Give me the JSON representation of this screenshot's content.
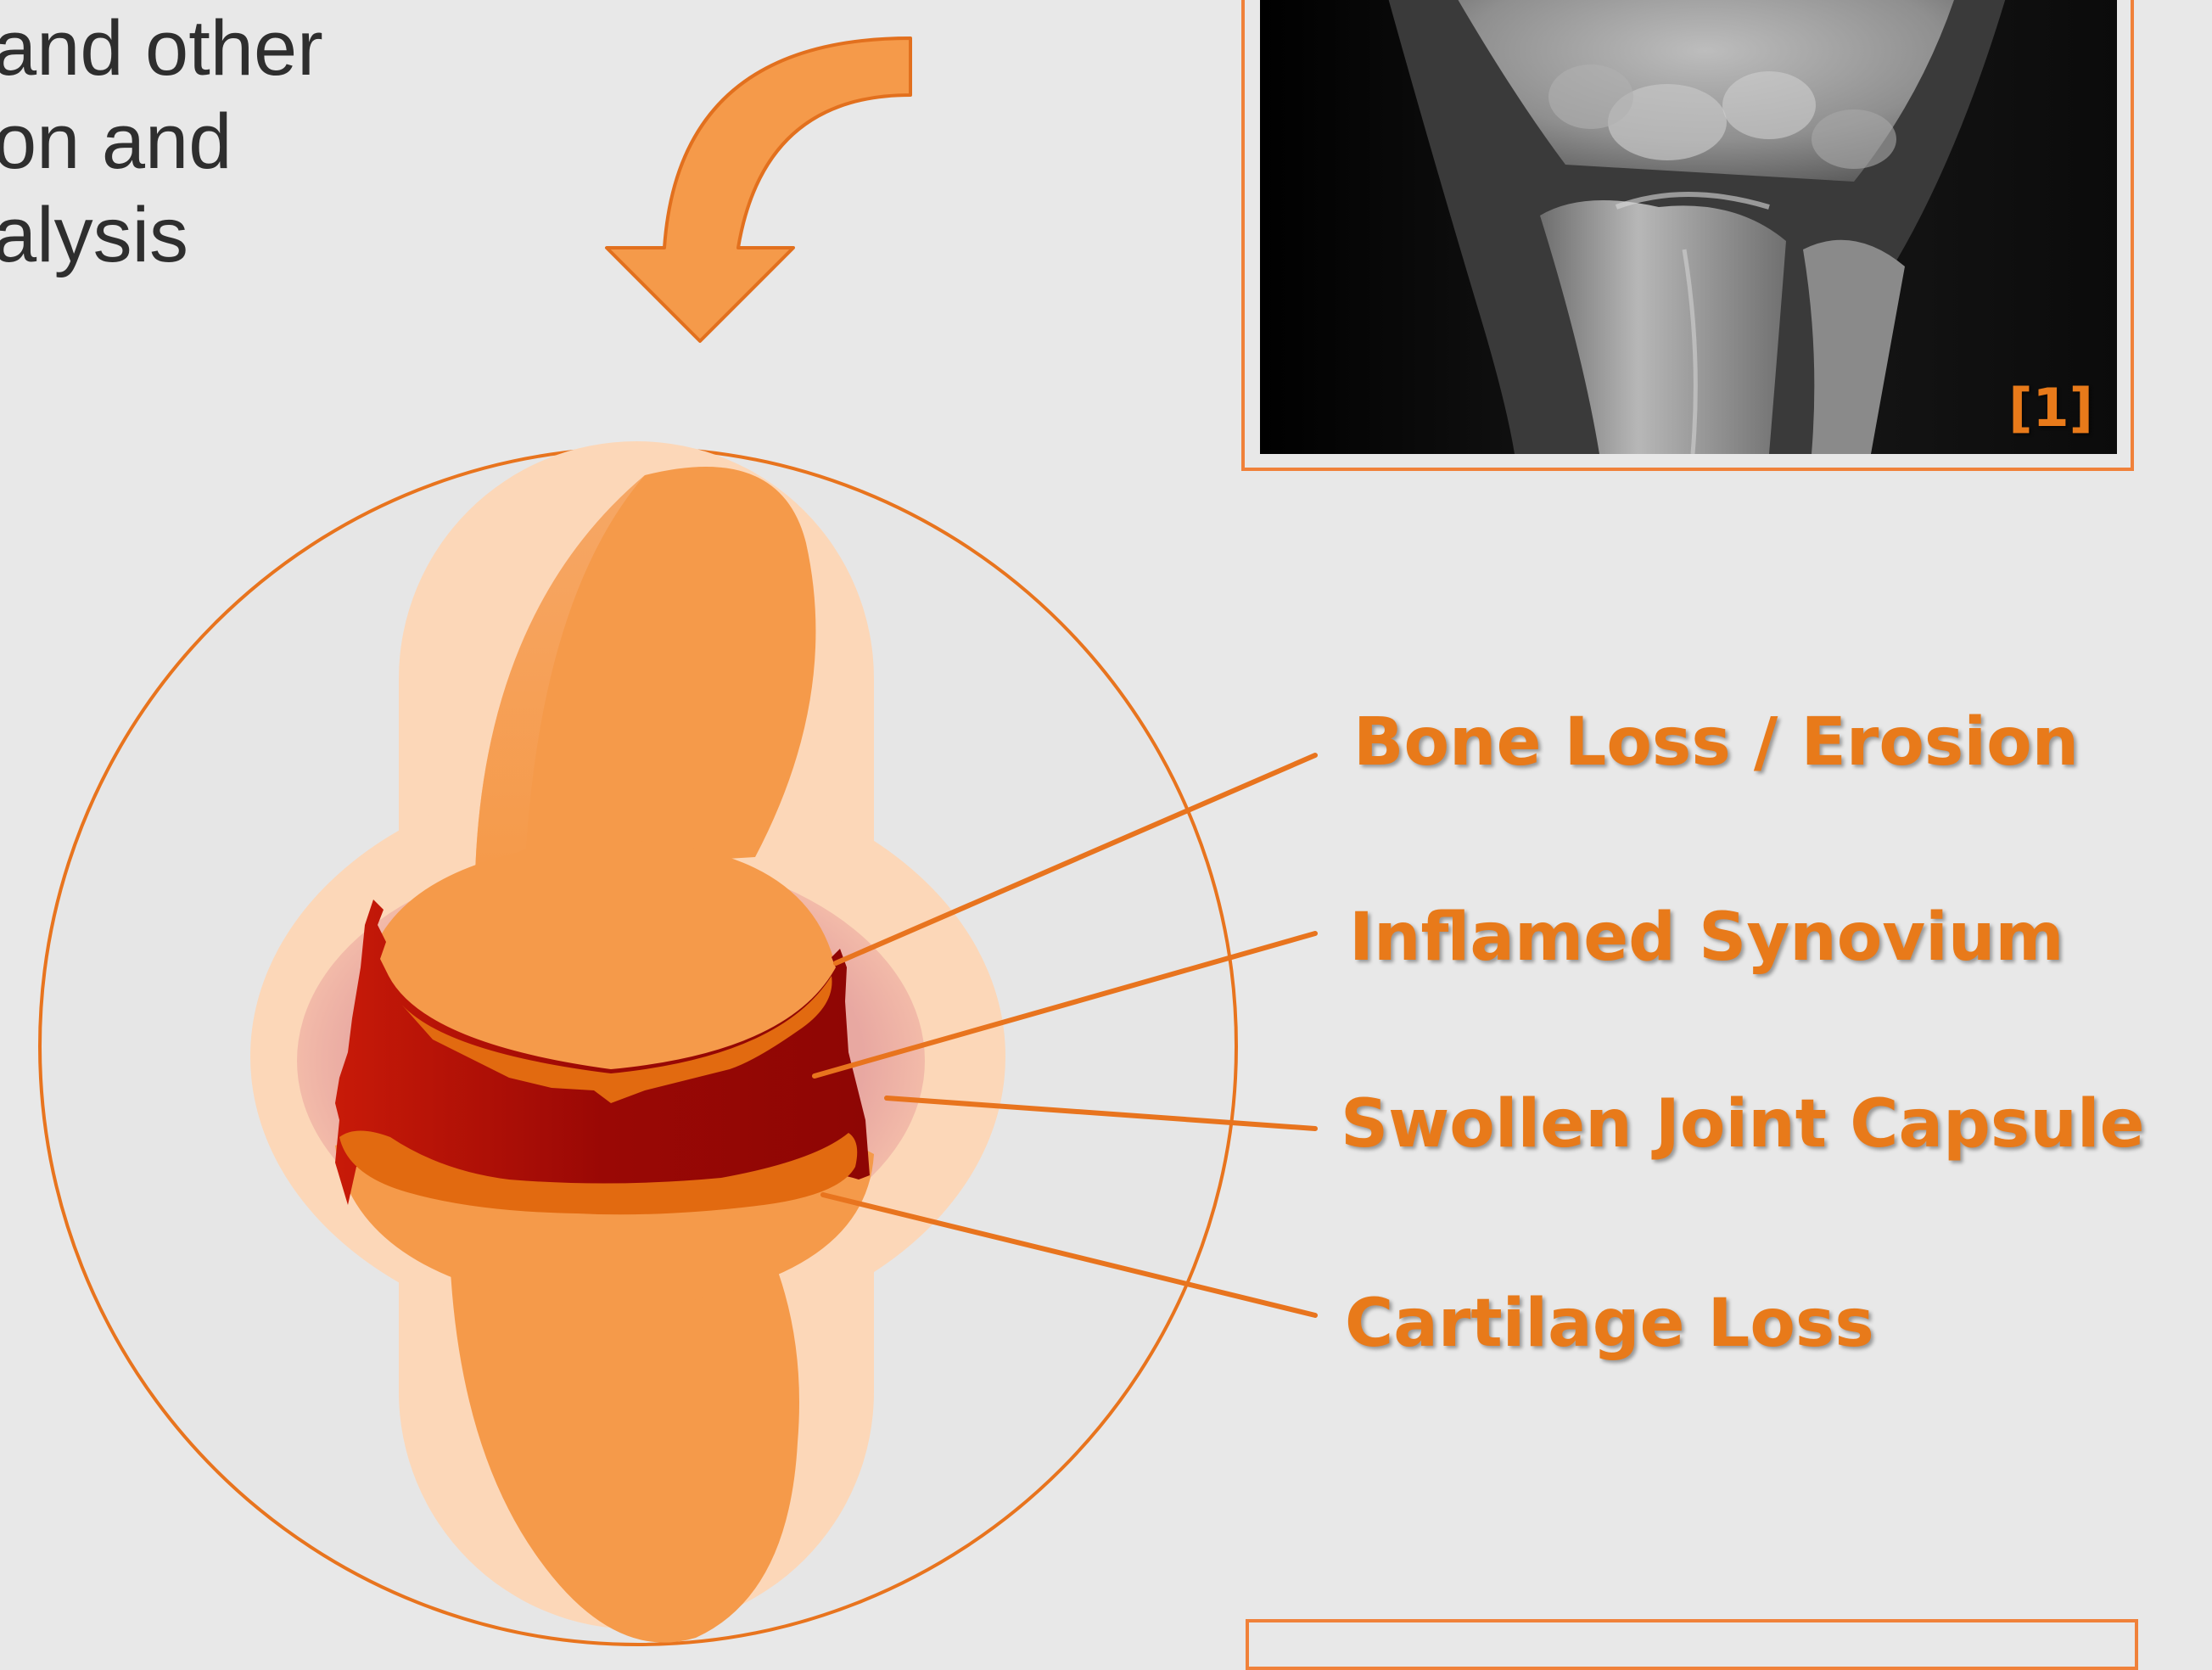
{
  "intro_text": {
    "line1": "and other",
    "line2": "on and",
    "line3": "alysis"
  },
  "xray": {
    "ref_label": "[1]"
  },
  "joint_labels": {
    "bone_loss": "Bone Loss / Erosion",
    "synovium": "Inflamed Synovium",
    "capsule": "Swollen Joint Capsule",
    "cartilage": "Cartilage Loss"
  },
  "colors": {
    "accent": "#f0813a",
    "bone": "#f59a4a",
    "capsule": "#fcd5b5",
    "synovium": "#9b0a04",
    "cartilage": "#e26a10",
    "label_text": "#e87a1a"
  }
}
